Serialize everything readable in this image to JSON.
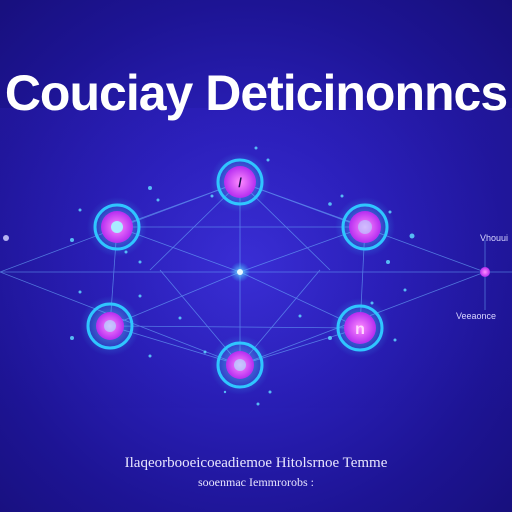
{
  "header": {
    "title": "Couciay Deticinonncs"
  },
  "side_labels": {
    "right_top": "Vhouui",
    "right_bottom": "Veeaonce"
  },
  "caption": {
    "line1": "Ilaqeorbooeicoeadiemoe Hitolsrnoe Temme",
    "line2": "sooenmac Iemmrorobs :"
  },
  "colors": {
    "background": "#1d1494",
    "node_ring": "#2fc6ff",
    "node_core": "#c23bff",
    "link": "#6fb3ff"
  },
  "icons": [
    "network-hub-icon",
    "node-icon"
  ]
}
